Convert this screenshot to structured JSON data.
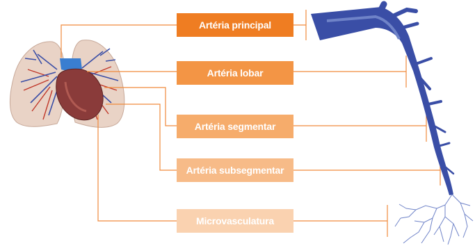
{
  "labels": [
    {
      "text": "Artéria principal",
      "color": "#ef7d22"
    },
    {
      "text": "Artéria lobar",
      "color": "#f39545"
    },
    {
      "text": "Artéria segmentar",
      "color": "#f6ac6b"
    },
    {
      "text": "Artéria subsegmentar",
      "color": "#f7bb88"
    },
    {
      "text": "Microvasculatura",
      "color": "#fad2b0"
    }
  ],
  "colors": {
    "connector": "#f08a3c",
    "vessel": "#3a4ea6",
    "vessel_light": "#6f83c8",
    "lung": "#e9d3c6",
    "heart": "#8a3b3a",
    "artery_red": "#c0392b"
  }
}
